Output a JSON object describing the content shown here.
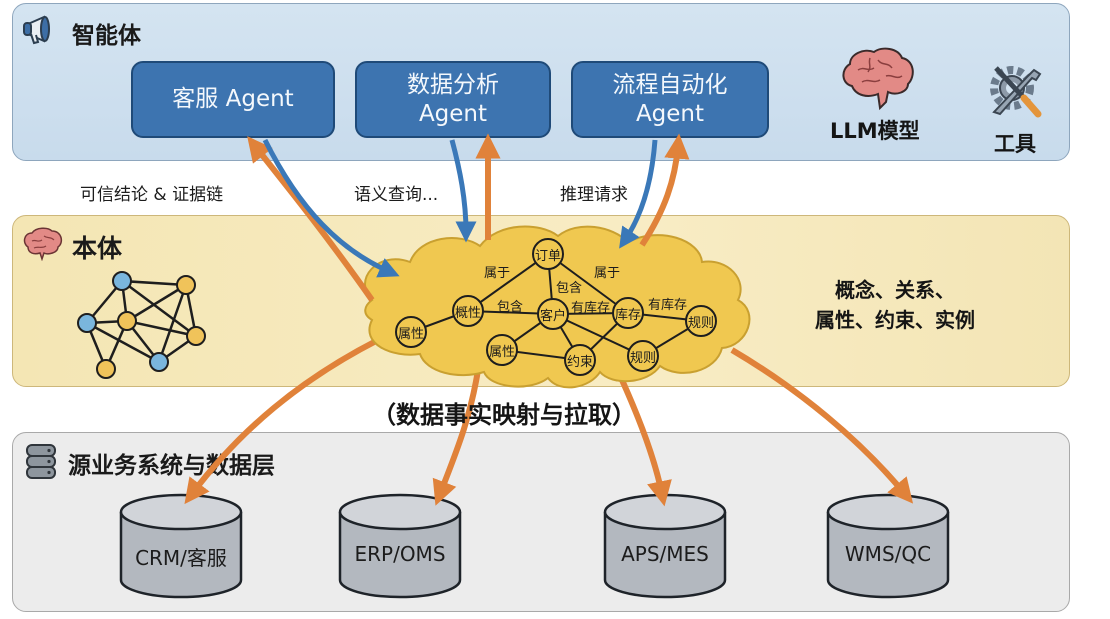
{
  "layers": {
    "agents": {
      "title": "智能体",
      "icon": "megaphone-icon",
      "agents": [
        {
          "line1": "客服 Agent",
          "line2": ""
        },
        {
          "line1": "数据分析",
          "line2": "Agent"
        },
        {
          "line1": "流程自动化",
          "line2": "Agent"
        }
      ],
      "llm_label": "LLM模型",
      "tools_label": "工具"
    },
    "ontology": {
      "title": "本体",
      "icon": "brain-icon",
      "description_line1": "概念、关系、",
      "description_line2": "属性、约束、实例",
      "graph": {
        "nodes": [
          "订单",
          "概性",
          "客户",
          "库存",
          "属性",
          "属性",
          "约束",
          "规则",
          "规则"
        ],
        "edge_labels": [
          "属于",
          "属于",
          "包含",
          "包含",
          "有库存",
          "有库存"
        ]
      }
    },
    "data": {
      "title": "源业务系统与数据层",
      "icon": "database-icon",
      "systems": [
        "CRM/客服",
        "ERP/OMS",
        "APS/MES",
        "WMS/QC"
      ]
    }
  },
  "flows": {
    "conclusion_label": "可信结论 & 证据链",
    "semantic_query_label": "语义查询...",
    "reasoning_label": "推理请求",
    "mapping_label": "（数据事实映射与拉取）"
  },
  "colors": {
    "agent_blue": "#3d74b0",
    "query_arrow_blue": "#3a78b8",
    "response_arrow_orange": "#e0823a",
    "cloud_yellow": "#f0c850"
  }
}
